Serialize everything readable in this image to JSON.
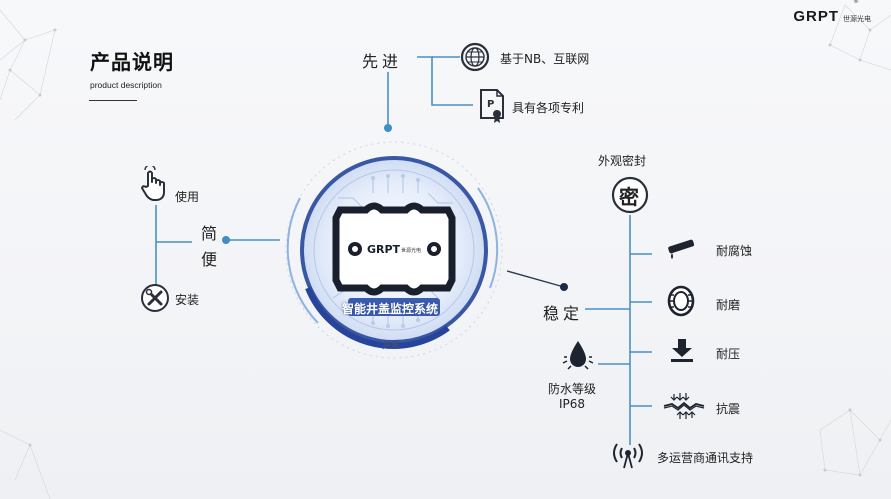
{
  "brand": {
    "logo": "GRPT",
    "registered": "®",
    "subtitle": "世源光电"
  },
  "header": {
    "title": "产品说明",
    "subtitle": "product description"
  },
  "center": {
    "badge_logo": "GRPT",
    "badge_sub": "世源光电",
    "caption": "智能井盖监控系统",
    "small_label": "井盖"
  },
  "advanced": {
    "title": "先进",
    "items": [
      {
        "label": "基于NB、互联网"
      },
      {
        "label": "具有各项专利"
      }
    ]
  },
  "convenient": {
    "title_1": "简",
    "title_2": "便",
    "items": [
      {
        "label": "使用"
      },
      {
        "label": "安装"
      }
    ]
  },
  "stable": {
    "title": "稳定",
    "seal_label": "外观密封",
    "seal_glyph": "密",
    "items": [
      {
        "label": "耐腐蚀"
      },
      {
        "label": "耐磨"
      },
      {
        "label": "耐压"
      },
      {
        "label": "抗震"
      },
      {
        "label": "多运营商通讯支持"
      }
    ],
    "waterproof_label": "防水等级",
    "waterproof_value": "IP68"
  },
  "colors": {
    "accent": "#3d8fc4",
    "dark_blue": "#2c4a8c",
    "line": "#4a90c2"
  }
}
